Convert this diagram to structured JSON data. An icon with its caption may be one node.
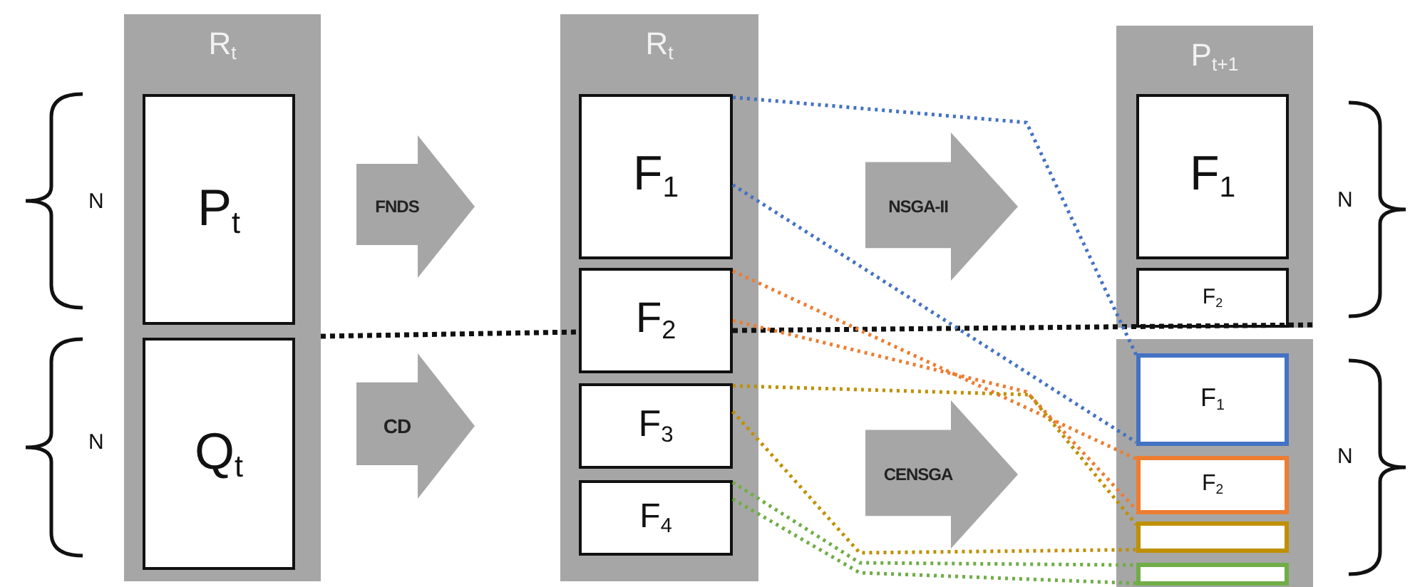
{
  "diagram": {
    "nodes": [
      {
        "text": [
          "R$_{t}$"
        ]
      },
      {
        "text": [
          "P$_{t}$"
        ],
        "in": 0
      },
      {
        "text": [
          "Q$_{t}$"
        ],
        "in": 0
      },
      {
        "text": [
          "FNDS"
        ]
      },
      {
        "text": [
          "CD"
        ]
      },
      {
        "text": [
          "R$_{t}$"
        ]
      },
      {
        "text": [
          "F$_{1}$"
        ],
        "in": 5
      },
      {
        "text": [
          "F$_{2}$"
        ],
        "in": 5
      },
      {
        "text": [
          "F$_{3}$"
        ],
        "in": 5
      },
      {
        "text": [
          "F$_{4}$"
        ],
        "in": 5
      },
      {
        "text": [
          "NSGA-II"
        ]
      },
      {
        "text": [
          "CENSGA"
        ]
      },
      {
        "text": [
          "P$_{t+1}$"
        ]
      },
      {
        "text": [
          "F$_{1}$"
        ],
        "in": 12
      },
      {
        "text": [
          "F$_{2}$"
        ],
        "in": 12
      },
      {
        "text": [],
        "shape": "box"
      },
      {
        "text": [
          "F$_{1}$"
        ],
        "in": 15
      },
      {
        "text": [
          "F$_{2}$"
        ],
        "in": 15
      },
      {
        "text": [],
        "shape": "box",
        "in": 15
      },
      {
        "text": [],
        "shape": "box",
        "in": 15
      }
    ],
    "edges": [
      {
        "from": 6,
        "to": 16,
        "arrow": "none",
        "style": "dashed",
        "color": "#4472c4"
      },
      {
        "from": 6,
        "to": 16,
        "arrow": "none",
        "style": "dashed",
        "color": "#4472c4"
      },
      {
        "from": 7,
        "to": 17,
        "arrow": "none",
        "style": "dashed",
        "color": "#ed7d31"
      },
      {
        "from": 7,
        "to": 17,
        "arrow": "none",
        "style": "dashed",
        "color": "#ed7d31"
      },
      {
        "from": 8,
        "to": 18,
        "arrow": "none",
        "style": "dashed",
        "color": "#bf9000"
      },
      {
        "from": 8,
        "to": 18,
        "arrow": "none",
        "style": "dashed",
        "color": "#bf9000"
      },
      {
        "from": 9,
        "to": 19,
        "arrow": "none",
        "style": "dashed",
        "color": "#70ad47"
      },
      {
        "from": 9,
        "to": 19,
        "arrow": "none",
        "style": "dashed",
        "color": "#70ad47"
      }
    ],
    "labels": [
      "N",
      "N",
      "N",
      "N"
    ]
  }
}
